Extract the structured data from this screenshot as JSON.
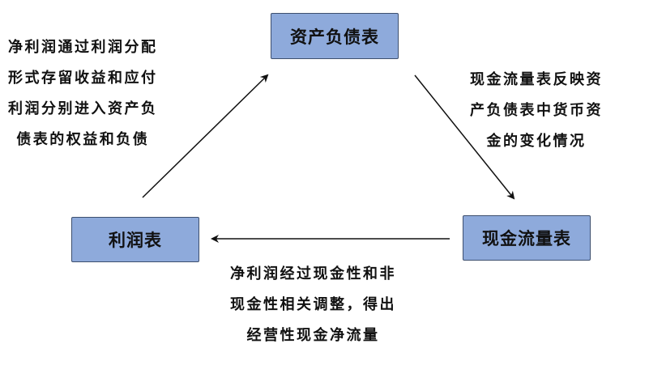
{
  "nodes": {
    "balance_sheet": "资产负债表",
    "income_statement": "利润表",
    "cash_flow_statement": "现金流量表"
  },
  "annotations": {
    "income_to_balance": [
      "净利润通过利润分配",
      "形式存留收益和应付",
      "利润分别进入资产负",
      "债表的权益和负债"
    ],
    "balance_to_cashflow": [
      "现金流量表反映资",
      "产负债表中货币资",
      "金的变化情况"
    ],
    "cashflow_to_income": [
      "净利润经过现金性和非",
      "现金性相关调整，得出",
      "经营性现金净流量"
    ]
  },
  "colors": {
    "node_fill": "#8eaadb",
    "node_border": "#3d4f6e",
    "arrow": "#111111",
    "text": "#111111"
  }
}
